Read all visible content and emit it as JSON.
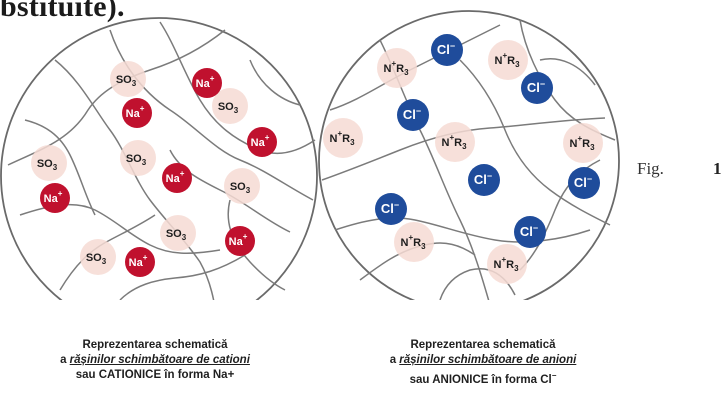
{
  "heading": "bstituite).",
  "figure": {
    "label": "Fig.",
    "number": "1"
  },
  "cation_resin": {
    "fixed_group": "SO",
    "fixed_group_sub": "3",
    "counter_ion": "Na",
    "counter_ion_charge": "+",
    "caption_line1": "Reprezentarea schematică",
    "caption_line2_prefix": "a ",
    "caption_line2_resin": "rășinilor schimbătoare de cationi",
    "caption_line3": "sau CATIONICE în forma Na+"
  },
  "anion_resin": {
    "fixed_group_n": "N",
    "fixed_group_charge": "+",
    "fixed_group_r": "R",
    "fixed_group_sub": "3",
    "counter_ion": "Cl",
    "counter_ion_charge": "−",
    "caption_line1": "Reprezentarea schematică",
    "caption_line2_prefix": "a ",
    "caption_line2_resin": "rășinilor schimbătoare de anioni",
    "caption_line3": "sau ANIONICE în forma Cl"
  },
  "colors": {
    "cation_ion": "#c0112e",
    "anion_ion": "#1f4c9b",
    "fixed_group_halo": "#f6dad4"
  }
}
